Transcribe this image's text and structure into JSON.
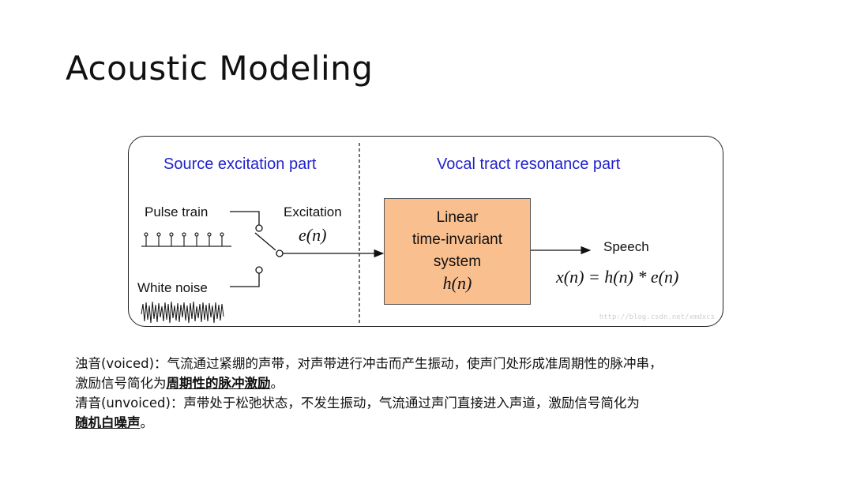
{
  "title": "Acoustic Modeling",
  "diagram": {
    "source_heading": "Source excitation part",
    "vocal_heading": "Vocal tract resonance part",
    "pulse_train_label": "Pulse train",
    "white_noise_label": "White noise",
    "excitation_label": "Excitation",
    "excitation_signal": "e(n)",
    "lti_lines": [
      "Linear",
      "time-invariant",
      "system"
    ],
    "lti_response": "h(n)",
    "speech_label": "Speech",
    "speech_equation": "x(n) = h(n) * e(n)",
    "watermark": "http://blog.csdn.net/xmdxcs"
  },
  "notes": {
    "voiced_line1": "浊音(voiced)：气流通过紧绷的声带，对声带进行冲击而产生振动，使声门处形成准周期性的脉冲串，",
    "voiced_line2_prefix": "激励信号简化为",
    "voiced_line2_emph": "周期性的脉冲激励",
    "voiced_line2_suffix": "。",
    "unvoiced_line1": "清音(unvoiced)：声带处于松弛状态，不发生振动，气流通过声门直接进入声道，激励信号简化为",
    "unvoiced_line2_emph": "随机白噪声",
    "unvoiced_line2_suffix": "。"
  }
}
